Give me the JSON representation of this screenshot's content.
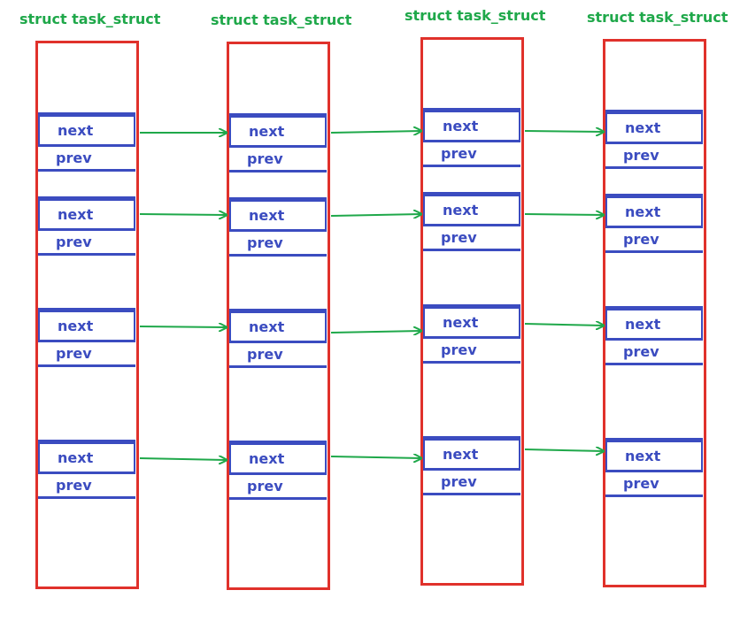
{
  "struct_title": "struct task_struct",
  "columns": [
    {
      "title": "struct task_struct"
    },
    {
      "title": "struct task_struct"
    },
    {
      "title": "struct task_struct"
    },
    {
      "title": "struct task_struct"
    }
  ],
  "field_labels": {
    "next": "next",
    "prev": "prev"
  },
  "colors": {
    "struct_border": "#e0312b",
    "field": "#3b4cc0",
    "arrow": "#1fa84a",
    "title": "#1fa84a"
  }
}
